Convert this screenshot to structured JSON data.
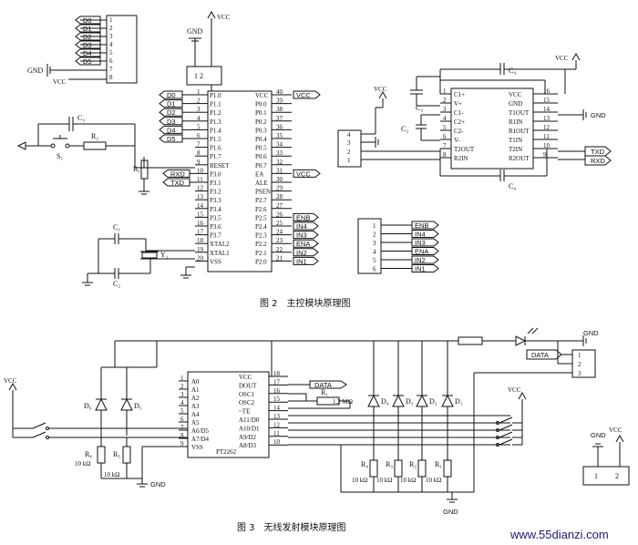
{
  "fig2": {
    "caption": "图 2　主控模块原理图",
    "header1": {
      "pins": [
        "1",
        "2",
        "3",
        "4",
        "5",
        "6",
        "7",
        "8"
      ],
      "signals": [
        "D0",
        "D1",
        "D2",
        "D3",
        "D4",
        "D5"
      ],
      "gnd": "GND",
      "vcc": "VCC"
    },
    "power_block": {
      "label": "1  2",
      "gnd": "GND",
      "vcc": "VCC"
    },
    "mcu": {
      "left_pins": [
        {
          "n": "1",
          "name": "P1.0"
        },
        {
          "n": "2",
          "name": "P1.1"
        },
        {
          "n": "3",
          "name": "P1.2"
        },
        {
          "n": "4",
          "name": "P1.3"
        },
        {
          "n": "5",
          "name": "P1.4"
        },
        {
          "n": "6",
          "name": "P1.5"
        },
        {
          "n": "7",
          "name": "P1.6"
        },
        {
          "n": "8",
          "name": "P1.7"
        },
        {
          "n": "9",
          "name": "RESET"
        },
        {
          "n": "10",
          "name": "P3.0"
        },
        {
          "n": "11",
          "name": "P3.1"
        },
        {
          "n": "12",
          "name": "P3.2"
        },
        {
          "n": "13",
          "name": "P3.3"
        },
        {
          "n": "14",
          "name": "P3.4"
        },
        {
          "n": "15",
          "name": "P3.5"
        },
        {
          "n": "16",
          "name": "P3.6"
        },
        {
          "n": "17",
          "name": "P3.7"
        },
        {
          "n": "18",
          "name": "XTAL2"
        },
        {
          "n": "19",
          "name": "XTAL1"
        },
        {
          "n": "20",
          "name": "VSS"
        }
      ],
      "right_pins": [
        {
          "n": "40",
          "name": "VCC"
        },
        {
          "n": "39",
          "name": "P0.0"
        },
        {
          "n": "38",
          "name": "P0.1"
        },
        {
          "n": "37",
          "name": "P0.2"
        },
        {
          "n": "36",
          "name": "P0.3"
        },
        {
          "n": "35",
          "name": "P0.4"
        },
        {
          "n": "34",
          "name": "P0.5"
        },
        {
          "n": "33",
          "name": "P0.6"
        },
        {
          "n": "32",
          "name": "P0.7"
        },
        {
          "n": "31",
          "name": "EA"
        },
        {
          "n": "30",
          "name": "ALE"
        },
        {
          "n": "29",
          "name": "PSEN"
        },
        {
          "n": "28",
          "name": "P2.7"
        },
        {
          "n": "27",
          "name": "P2.6"
        },
        {
          "n": "26",
          "name": "P2.5"
        },
        {
          "n": "25",
          "name": "P2.4"
        },
        {
          "n": "24",
          "name": "P2.3"
        },
        {
          "n": "23",
          "name": "P2.2"
        },
        {
          "n": "22",
          "name": "P2.1"
        },
        {
          "n": "21",
          "name": "P2.0"
        }
      ],
      "left_tags": [
        "D0",
        "D1",
        "D2",
        "D3",
        "D4",
        "D5"
      ],
      "rxd": "RXD",
      "txd": "TXD",
      "right_tags": {
        "vcc": "VCC",
        "ea_vcc": "VCC",
        "enb": "ENB",
        "in4": "IN4",
        "in3": "IN3",
        "ena": "ENA",
        "in2": "IN2",
        "in1": "IN1"
      }
    },
    "reset": {
      "c3": "C₃",
      "s1": "S₁",
      "r2": "R₂",
      "r1": "R₁"
    },
    "crystal": {
      "c1": "C₁",
      "c2": "C₂",
      "y1": "Y₁"
    },
    "max232": {
      "vcc_label": "VCC",
      "left_pins": [
        {
          "n": "1",
          "name": "C1+"
        },
        {
          "n": "2",
          "name": "V+"
        },
        {
          "n": "3",
          "name": "C1-"
        },
        {
          "n": "4",
          "name": "C2+"
        },
        {
          "n": "5",
          "name": "C2-"
        },
        {
          "n": "6",
          "name": "V-"
        },
        {
          "n": "7",
          "name": "T2OUT"
        },
        {
          "n": "8",
          "name": "R2IN"
        }
      ],
      "right_pins": [
        {
          "n": "16",
          "name": "VCC"
        },
        {
          "n": "15",
          "name": "GND"
        },
        {
          "n": "14",
          "name": "T1OUT"
        },
        {
          "n": "13",
          "name": "R1IN"
        },
        {
          "n": "12",
          "name": "R1OUT"
        },
        {
          "n": "11",
          "name": "T1IN"
        },
        {
          "n": "10",
          "name": "T2IN"
        },
        {
          "n": "9",
          "name": "R2OUT"
        }
      ],
      "gnd": "GND",
      "txd": "TXD",
      "rxd": "RXD",
      "c3": "C₃",
      "c2": "C₂",
      "c4": "C₄",
      "c4b": "C₄",
      "db9_pins": [
        "4",
        "3",
        "2",
        "1"
      ],
      "vcc": "VCC"
    },
    "header2": {
      "pins": [
        "1",
        "2",
        "3",
        "4",
        "5",
        "6"
      ],
      "signals": [
        "ENB",
        "IN4",
        "IN3",
        "ENA",
        "IN2",
        "IN1"
      ]
    }
  },
  "fig3": {
    "caption": "图 3　无线发射模块原理图",
    "pt2262": {
      "name": "PT2262",
      "left_pins": [
        {
          "n": "1",
          "name": "A0"
        },
        {
          "n": "2",
          "name": "A1"
        },
        {
          "n": "3",
          "name": "A2"
        },
        {
          "n": "4",
          "name": "A3"
        },
        {
          "n": "5",
          "name": "A4"
        },
        {
          "n": "6",
          "name": "A5"
        },
        {
          "n": "7",
          "name": "A6/D5"
        },
        {
          "n": "8",
          "name": "A7/D4"
        },
        {
          "n": "9",
          "name": "VSS"
        }
      ],
      "right_pins": [
        {
          "n": "18",
          "name": "VCC"
        },
        {
          "n": "17",
          "name": "DOUT"
        },
        {
          "n": "16",
          "name": "OSC1"
        },
        {
          "n": "15",
          "name": "OSC2"
        },
        {
          "n": "14",
          "name": "~TE"
        },
        {
          "n": "13",
          "name": "A11/D0"
        },
        {
          "n": "12",
          "name": "A10/D1"
        },
        {
          "n": "11",
          "name": "A9/D2"
        },
        {
          "n": "10",
          "name": "A8/D3"
        }
      ]
    },
    "vcc_left": "VCC",
    "vcc_right": "VCC",
    "vcc_far": "VCC",
    "d6": "D₆",
    "d5": "D₅",
    "r6": "R₆",
    "r6v": "10 kΩ",
    "r5": "R₅",
    "r5v": "10 kΩ",
    "gnd": "GND",
    "data_tag": "DATA",
    "r_osc": "R₁",
    "r_osc_val": "1.2 MΩ",
    "diodes": [
      "D₄",
      "D₃",
      "D₂",
      "D₁"
    ],
    "resistors": [
      {
        "name": "R₄",
        "val": "10 kΩ"
      },
      {
        "name": "R₃",
        "val": "10 kΩ"
      },
      {
        "name": "R₂",
        "val": "10 kΩ"
      },
      {
        "name": "R₁",
        "val": "10 kΩ"
      }
    ],
    "gnd_bottom": "GND",
    "gnd_top": "GND",
    "data_tag2": "DATA",
    "conn3": [
      "1",
      "2",
      "3"
    ],
    "conn2": [
      "1",
      "2"
    ],
    "gnd_conn": "GND"
  },
  "watermark": "www.55dianzi.com"
}
